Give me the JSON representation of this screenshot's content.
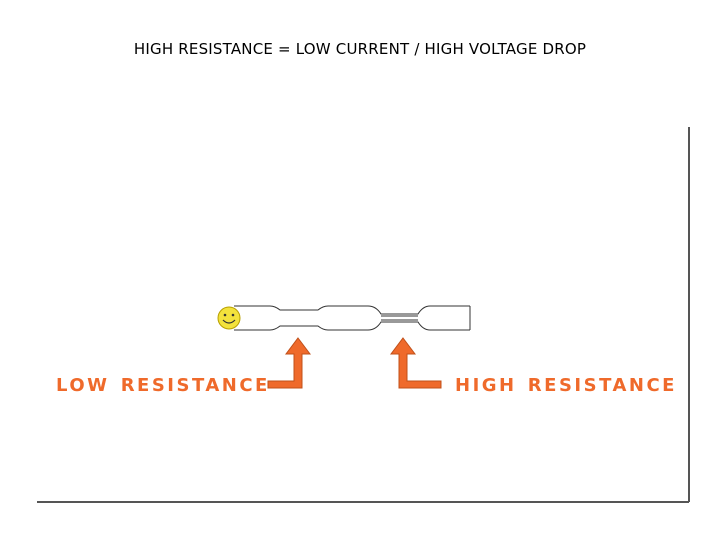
{
  "title": "HIGH RESISTANCE = LOW CURRENT / HIGH VOLTAGE DROP",
  "labels": {
    "low": "LOW RESISTANCE",
    "high": "HIGH RESISTANCE"
  },
  "colors": {
    "accent": "#ef6a2b",
    "smiley_fill": "#f3e23c",
    "frame": "#555555",
    "wire": "#333333"
  },
  "icons": {
    "electron": "smiley-face-icon",
    "arrow": "up-arrow-icon"
  }
}
